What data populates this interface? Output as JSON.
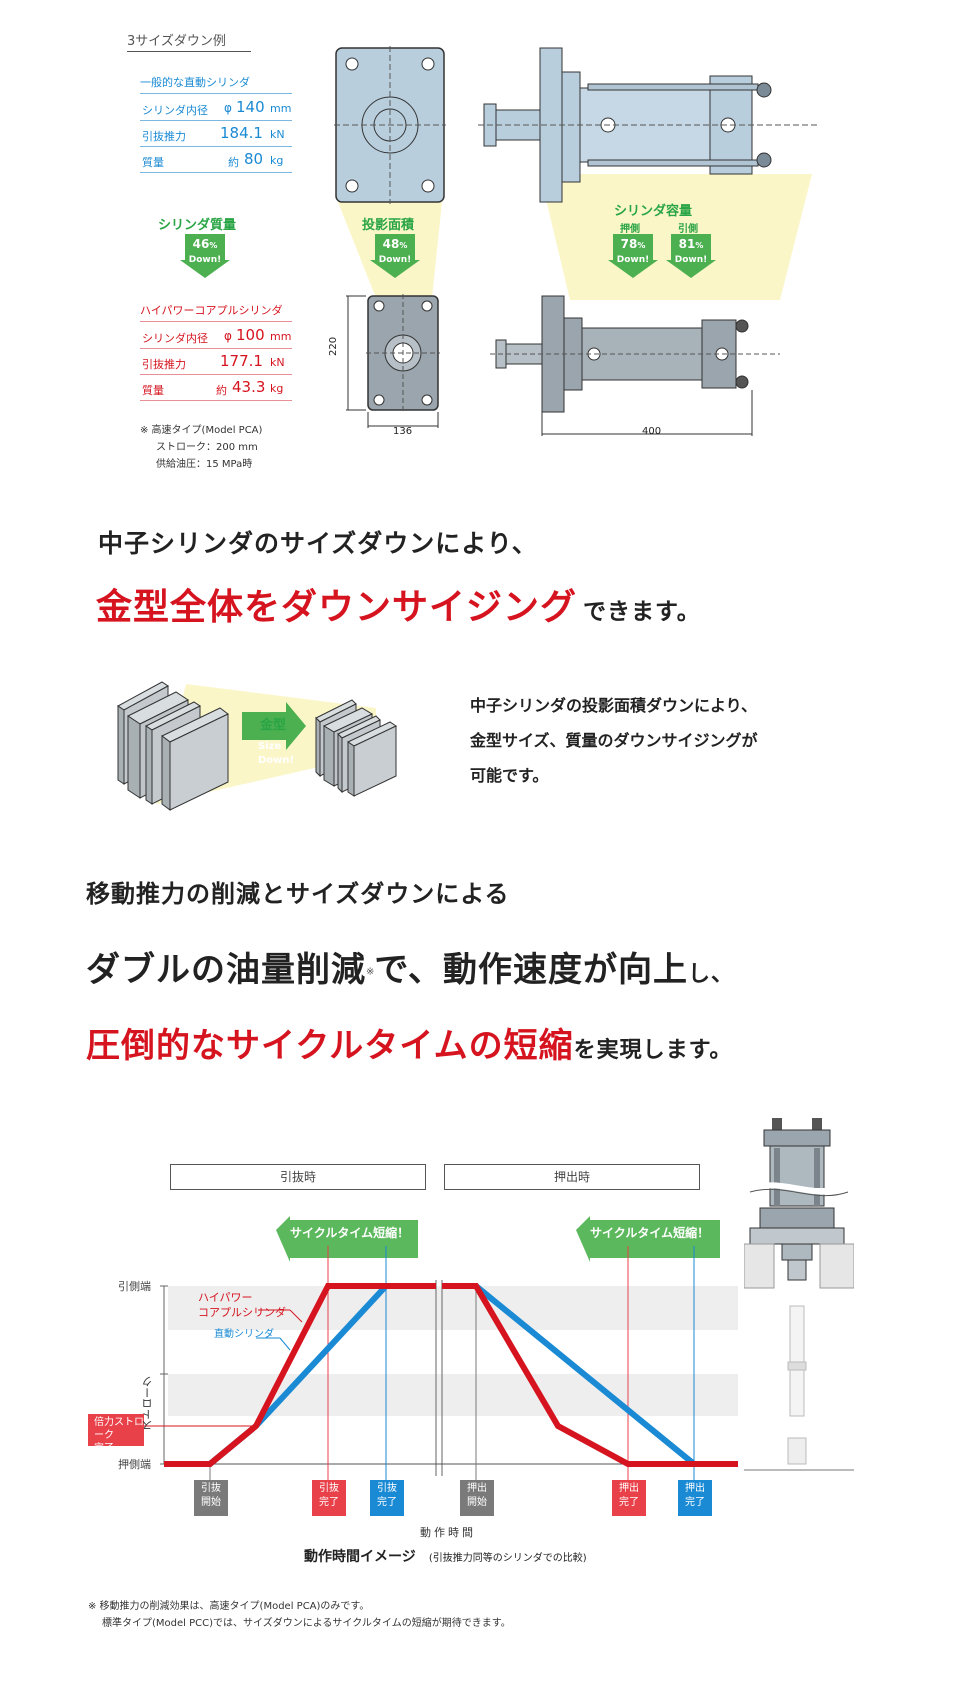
{
  "top": {
    "example_title": "3サイズダウン例",
    "standard": {
      "heading": "一般的な直動シリンダ",
      "rows": [
        {
          "label": "シリンダ内径",
          "prefix": "φ",
          "value": "140",
          "unit": "mm"
        },
        {
          "label": "引抜推力",
          "prefix": "",
          "value": "184.1",
          "unit": "kN"
        },
        {
          "label": "質量",
          "prefix": "約",
          "value": "80",
          "unit": "kg"
        }
      ]
    },
    "highpower": {
      "heading": "ハイパワーコアプルシリンダ",
      "rows": [
        {
          "label": "シリンダ内径",
          "prefix": "φ",
          "value": "100",
          "unit": "mm"
        },
        {
          "label": "引抜推力",
          "prefix": "",
          "value": "177.1",
          "unit": "kN"
        },
        {
          "label": "質量",
          "prefix": "約",
          "value": "43.3",
          "unit": "kg"
        }
      ]
    },
    "mass_label": "シリンダ質量",
    "mass_pct": "46",
    "area_label": "投影面積",
    "area_pct": "48",
    "capacity_label": "シリンダ容量",
    "push_label": "押側",
    "pull_label": "引側",
    "push_pct": "78",
    "pull_pct": "81",
    "pct_sign": "%",
    "down": "Down!",
    "note_line1": "※ 高速タイプ(Model PCA)",
    "note_line2": "ストローク：200 mm",
    "note_line3": "供給油圧：15 MPa時",
    "dim_220": "220",
    "dim_136": "136",
    "dim_400": "400"
  },
  "headline1": {
    "line1": "中子シリンダのサイズダウンにより、",
    "emph": "金型全体をダウンサイジング",
    "tail": "できます。"
  },
  "mold": {
    "label": "金型",
    "size": "Size",
    "down": "Down!",
    "desc1": "中子シリンダの投影面積ダウンにより、",
    "desc2": "金型サイズ、質量のダウンサイジングが",
    "desc3": "可能です。"
  },
  "headline2": {
    "line1": "移動推力の削減とサイズダウンによる",
    "line2a": "ダブルの油量削減",
    "mark": "※",
    "line2b": "で、動作速度が向上",
    "line2c": "し、",
    "line3a": "圧倒的なサイクルタイムの短縮",
    "line3b": "を実現します。"
  },
  "diagram": {
    "pull_header": "引抜時",
    "push_header": "押出時",
    "cycle_arrow": "サイクルタイム短縮！",
    "y_top": "引側端",
    "y_bottom": "押側端",
    "y_axis": "ストローク",
    "hp_label1": "ハイパワー",
    "hp_label2": "コアプルシリンダ",
    "direct_label": "直動シリンダ",
    "booster1": "倍力ストローク",
    "booster2": "完了",
    "x_axis": "動作時間",
    "caption": "動作時間イメージ",
    "caption_sub": "(引抜推力同等のシリンダでの比較)",
    "markers": [
      {
        "l1": "引抜",
        "l2": "開始",
        "color": "#7a7a7a"
      },
      {
        "l1": "引抜",
        "l2": "完了",
        "color": "#e8414a"
      },
      {
        "l1": "引抜",
        "l2": "完了",
        "color": "#1a8ad4"
      },
      {
        "l1": "押出",
        "l2": "開始",
        "color": "#7a7a7a"
      },
      {
        "l1": "押出",
        "l2": "完了",
        "color": "#e8414a"
      },
      {
        "l1": "押出",
        "l2": "完了",
        "color": "#1a8ad4"
      }
    ],
    "colors": {
      "hp": "#d6141f",
      "direct": "#1a8ad4",
      "green": "#5cb85c"
    }
  },
  "footnote": {
    "line1": "※ 移動推力の削減効果は、高速タイプ(Model PCA)のみです。",
    "line2": "標準タイプ(Model PCC)では、サイズダウンによるサイクルタイムの短縮が期待できます。"
  }
}
